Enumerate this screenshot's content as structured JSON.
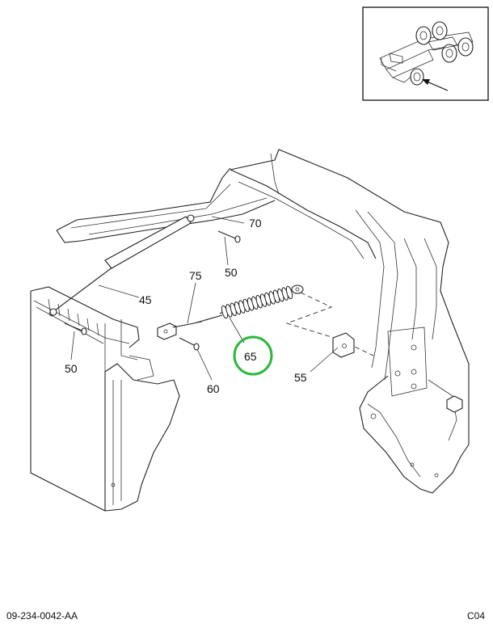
{
  "diagram": {
    "callouts": [
      {
        "id": "c70",
        "label": "70"
      },
      {
        "id": "c50a",
        "label": "50"
      },
      {
        "id": "c45",
        "label": "45"
      },
      {
        "id": "c75",
        "label": "75"
      },
      {
        "id": "c65",
        "label": "65"
      },
      {
        "id": "c50b",
        "label": "50"
      },
      {
        "id": "c55",
        "label": "55"
      },
      {
        "id": "c60",
        "label": "60"
      }
    ],
    "highlight": {
      "callout": "65",
      "color": "#2db83d"
    }
  },
  "footer": {
    "drawing_number": "09-234-0042-AA",
    "page_code": "C04"
  }
}
